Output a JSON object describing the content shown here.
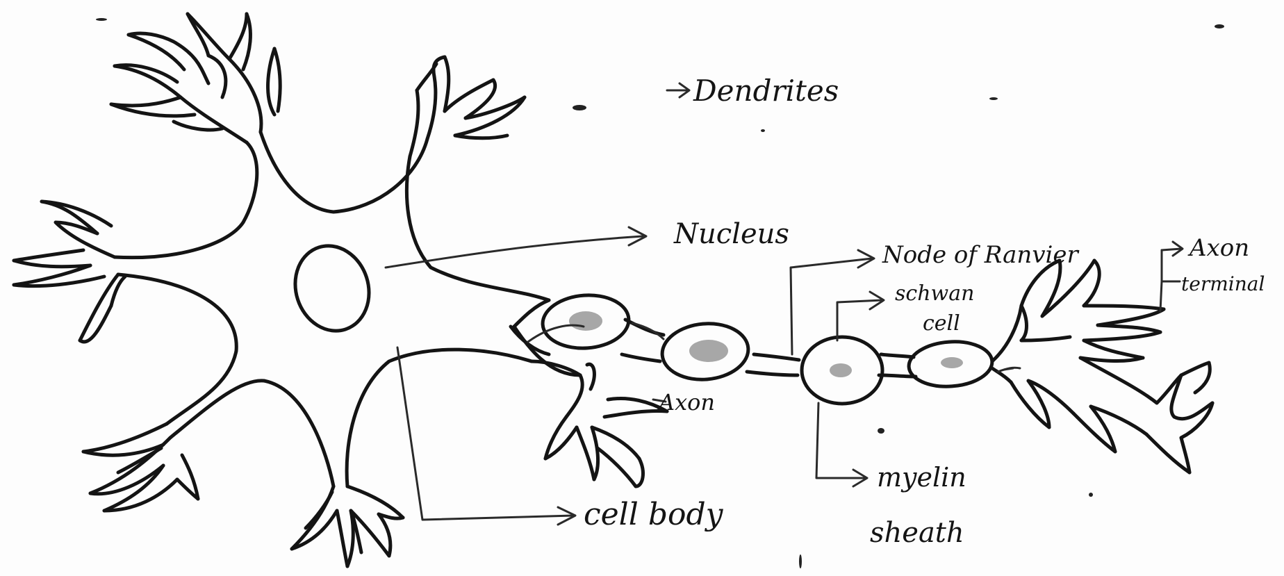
{
  "diagram": {
    "labels": {
      "dendrites": "Dendrites",
      "nucleus": "Nucleus",
      "node_of_ranvier": "Node of Ranvier",
      "schwann_cell_line1": "schwan",
      "schwann_cell_line2": "cell",
      "axon_terminal_line1": "Axon",
      "axon_terminal_line2": "terminal",
      "axon": "Axon",
      "cell_body": "cell body",
      "myelin_sheath_line1": "myelin",
      "myelin_sheath_line2": "sheath"
    }
  }
}
